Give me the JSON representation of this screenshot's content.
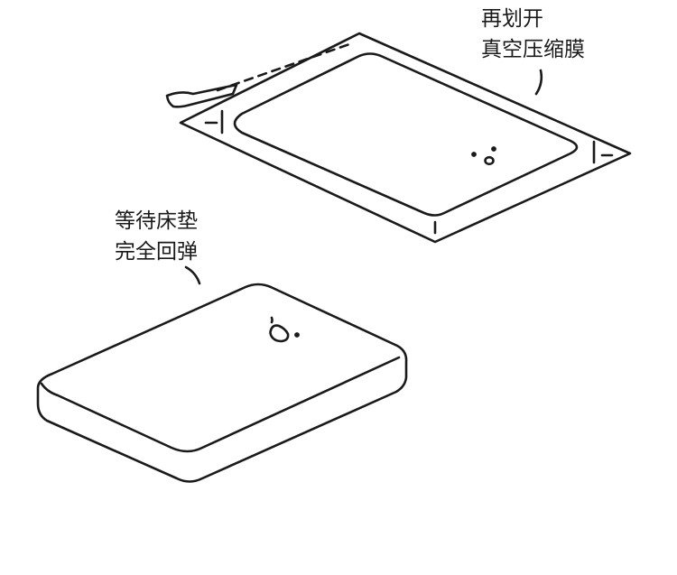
{
  "annotations": {
    "top": {
      "line1": "再划开",
      "line2": "真空压缩膜"
    },
    "bottom": {
      "line1": "等待床垫",
      "line2": "完全回弹"
    }
  },
  "colors": {
    "stroke": "#1a1a1a",
    "background": "#ffffff"
  },
  "icons": {
    "packaged": "smiley-face-icon",
    "mattress": "happy-face-icon"
  }
}
